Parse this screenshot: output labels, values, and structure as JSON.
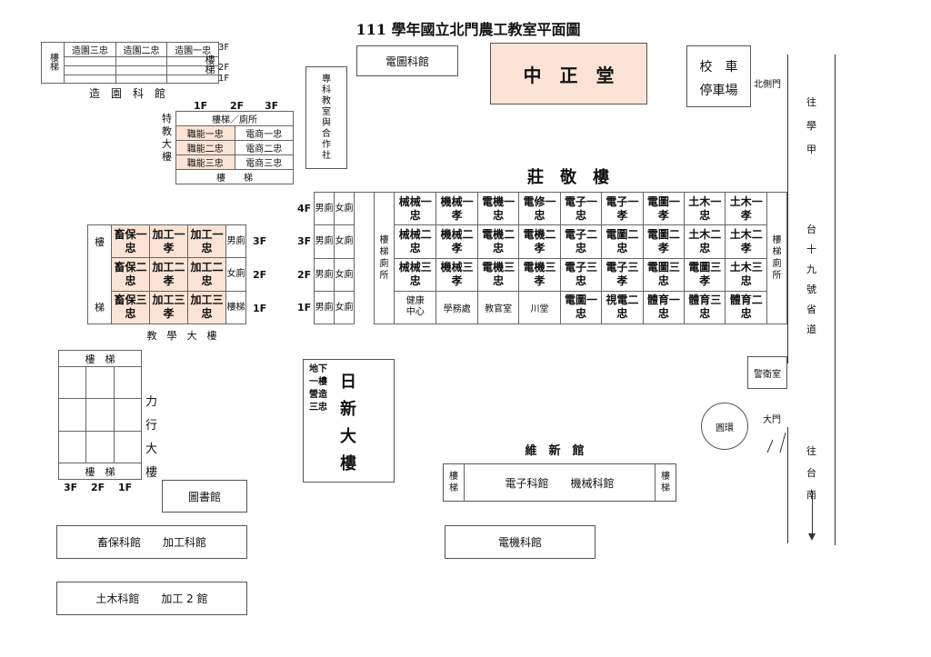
{
  "title": "111 學年國立北門農工教室平面圖",
  "zhongzheng": "中　正　堂",
  "diantu_guan": "電圖科館",
  "zhuanke": "專科教室與合作社",
  "school_bus": {
    "line1": "校　車",
    "line2": "停車場"
  },
  "north_gate": "北側門",
  "road_north": "往學甲",
  "road_mid": "台十九號省道",
  "road_south": "往台南",
  "guard": "警衛室",
  "roundabout": "圓環",
  "main_gate": "大門",
  "zaoyuan": {
    "stairs": "樓梯",
    "classes": [
      "造園三忠",
      "造園二忠",
      "造園一忠"
    ],
    "floors": [
      "3F",
      "2F",
      "1F"
    ],
    "caption": "造　園　科　館"
  },
  "tejiao": {
    "floors": [
      "1F",
      "2F",
      "3F"
    ],
    "side": "特教大樓",
    "top": "樓梯／廁所",
    "left": [
      "職能一忠",
      "職能二忠",
      "職能三忠"
    ],
    "right": [
      "電商一忠",
      "電商二忠",
      "電商三忠"
    ],
    "bottom": "樓　　梯"
  },
  "zhuangjing": {
    "name": "莊　敬　樓",
    "floors": [
      "4F",
      "3F",
      "2F",
      "1F"
    ],
    "male": "男廁",
    "female": "女廁",
    "stair_wc": "樓梯廁所",
    "rows": [
      [
        "械械一忠",
        "機械一孝",
        "電機一忠",
        "電修一忠",
        "電子一忠",
        "電子一孝",
        "電圖一孝",
        "土木一忠",
        "土木一孝"
      ],
      [
        "械械二忠",
        "機械二孝",
        "電機二忠",
        "電機二孝",
        "電子二忠",
        "電圖二忠",
        "電圖二孝",
        "土木二忠",
        "土木二孝"
      ],
      [
        "械械三忠",
        "機械三孝",
        "電機三忠",
        "電機三孝",
        "電子三忠",
        "電子三孝",
        "電圖三忠",
        "電圖三孝",
        "土木三忠"
      ],
      [
        "健康中心",
        "學務處",
        "教官室",
        "川堂",
        "電圖一忠",
        "視電二忠",
        "體育一忠",
        "體育三忠",
        "體育二忠"
      ]
    ]
  },
  "jiaoxue": {
    "stairs_a": "樓",
    "stairs_b": "梯",
    "floors": [
      "3F",
      "2F",
      "1F"
    ],
    "rows": [
      [
        "畜保一忠",
        "加工一孝",
        "加工一忠"
      ],
      [
        "畜保二忠",
        "加工二孝",
        "加工二忠"
      ],
      [
        "畜保三忠",
        "加工三孝",
        "加工三忠"
      ]
    ],
    "side": [
      "男廁",
      "女廁",
      "樓梯"
    ],
    "caption": "教　學　大　樓"
  },
  "lixing": {
    "top": "樓　梯",
    "bottom": "樓　梯",
    "name": "力行大樓",
    "floors": [
      "3F",
      "2F",
      "1F"
    ]
  },
  "rixin": {
    "note": "地下一樓營造三忠",
    "name": "日新大樓"
  },
  "weixin": {
    "name": "維　新　館",
    "stairs": "樓梯",
    "content": "電子科館　　機械科館"
  },
  "library": "圖書館",
  "chubao_jiagong": "畜保科館　　加工科館",
  "dianji_guan": "電機科館",
  "tumu_jiagong": "土木科館　　加工 2 館"
}
